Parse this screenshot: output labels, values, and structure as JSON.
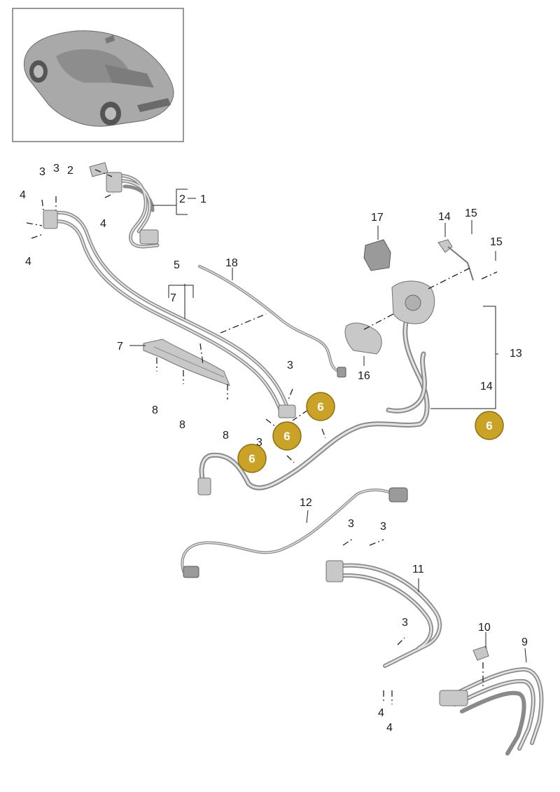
{
  "thumbnail": {
    "name": "vehicle-overview"
  },
  "callouts": [
    {
      "id": "c1",
      "text": "1"
    },
    {
      "id": "c2a",
      "text": "2"
    },
    {
      "id": "c2b",
      "text": "2"
    },
    {
      "id": "c3a",
      "text": "3"
    },
    {
      "id": "c3b",
      "text": "3"
    },
    {
      "id": "c3c",
      "text": "3"
    },
    {
      "id": "c3d",
      "text": "3"
    },
    {
      "id": "c3e",
      "text": "3"
    },
    {
      "id": "c3f",
      "text": "3"
    },
    {
      "id": "c3g",
      "text": "3"
    },
    {
      "id": "c4a",
      "text": "4"
    },
    {
      "id": "c4b",
      "text": "4"
    },
    {
      "id": "c4c",
      "text": "4"
    },
    {
      "id": "c4d",
      "text": "4"
    },
    {
      "id": "c4e",
      "text": "4"
    },
    {
      "id": "c5",
      "text": "5"
    },
    {
      "id": "c7a",
      "text": "7"
    },
    {
      "id": "c7b",
      "text": "7"
    },
    {
      "id": "c8a",
      "text": "8"
    },
    {
      "id": "c8b",
      "text": "8"
    },
    {
      "id": "c8c",
      "text": "8"
    },
    {
      "id": "c9",
      "text": "9"
    },
    {
      "id": "c10",
      "text": "10"
    },
    {
      "id": "c11",
      "text": "11"
    },
    {
      "id": "c12",
      "text": "12"
    },
    {
      "id": "c13",
      "text": "13"
    },
    {
      "id": "c14a",
      "text": "14"
    },
    {
      "id": "c14b",
      "text": "14"
    },
    {
      "id": "c15a",
      "text": "15"
    },
    {
      "id": "c15b",
      "text": "15"
    },
    {
      "id": "c16",
      "text": "16"
    },
    {
      "id": "c17",
      "text": "17"
    },
    {
      "id": "c18",
      "text": "18"
    }
  ],
  "badges": [
    {
      "id": "b1",
      "text": "6"
    },
    {
      "id": "b2",
      "text": "6"
    },
    {
      "id": "b3",
      "text": "6"
    },
    {
      "id": "b4",
      "text": "6"
    }
  ],
  "colors": {
    "badge_fill": "#c9a227",
    "badge_stroke": "#8c6f12",
    "line": "#222222",
    "part": "#c8c8c8"
  }
}
